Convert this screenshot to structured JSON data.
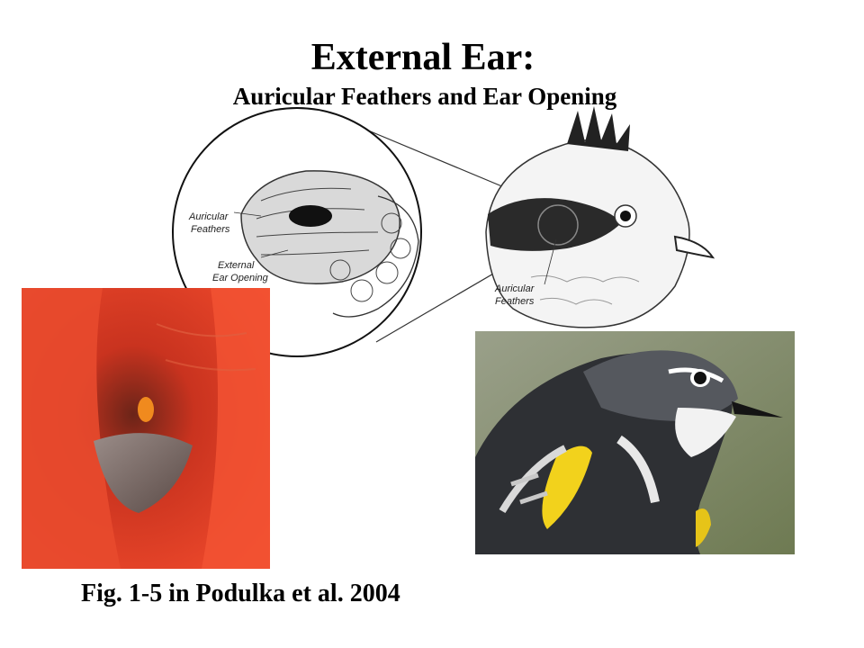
{
  "slide": {
    "title": "External Ear:",
    "subtitle": "Auricular Feathers and Ear Opening",
    "caption": "Fig. 1-5 in Podulka et al. 2004"
  },
  "diagram": {
    "labels": {
      "auricular_zoom_line1": "Auricular",
      "auricular_zoom_line2": "Feathers",
      "ear_opening_line1": "External",
      "ear_opening_line2": "Ear Opening",
      "auricular_head_line1": "Auricular",
      "auricular_head_line2": "Feathers"
    }
  },
  "photos": {
    "ear_closeup": {
      "dominant_color": "#e8402a"
    },
    "warbler": {
      "dominant_color": "#3a3a3a",
      "accent_color": "#f2d21c"
    }
  }
}
